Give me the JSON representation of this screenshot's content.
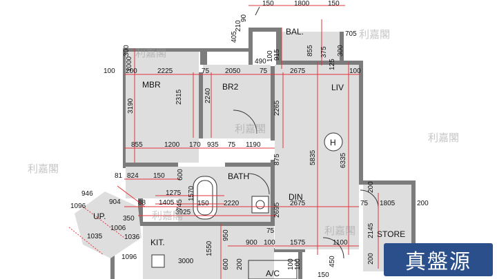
{
  "rooms": {
    "mbr": "MBR",
    "br2": "BR2",
    "liv": "LIV",
    "din": "DIN",
    "bath": "BATH",
    "bal": "BAL.",
    "store": "STORE",
    "kit": "KIT.",
    "up": "UP.",
    "ac": "A/C",
    "h": "H"
  },
  "dims": {
    "d1800": "1800",
    "d150a": "150",
    "d150b": "150",
    "d90": "90",
    "d210": "210",
    "d405": "405",
    "d915": "915",
    "d855": "855",
    "d375": "375",
    "d705": "705",
    "d125": "125",
    "d490": "490",
    "d300a": "300",
    "d300b": "300",
    "d1000": "1000",
    "d100a": "100",
    "d100b": "100",
    "d100c": "100",
    "d200a": "200",
    "d200b": "200",
    "d2225": "2225",
    "d75a": "75",
    "d2050": "2050",
    "d75b": "75",
    "d2675a": "2675",
    "d3190": "3190",
    "d2315": "2315",
    "d2240": "2240",
    "d2265": "2265",
    "d5835": "5835",
    "d6335": "6335",
    "d855b": "855",
    "d1200": "1200",
    "d170": "170",
    "d935": "935",
    "d75c": "75",
    "d1190": "1190",
    "d875": "875",
    "d81": "81",
    "d824": "824",
    "d150c": "150",
    "d600": "600",
    "d1570": "1570",
    "d1275": "1275",
    "d88": "88",
    "d1405": "1405",
    "d745": "745",
    "d150d": "150",
    "d2220": "2220",
    "d2695": "2695",
    "d2675b": "2675",
    "d75d": "75",
    "d1805": "1805",
    "d200c": "200",
    "d946": "946",
    "d904": "904",
    "d350": "350",
    "d1006": "1006",
    "d1035": "1035",
    "d1036": "1036",
    "d1096a": "1096",
    "d1096b": "1096",
    "d3925": "3925",
    "d950": "950",
    "d75e": "75",
    "d2145": "2145",
    "d900": "900",
    "d100d": "100",
    "d1575": "1575",
    "d1100": "1100",
    "d1550": "1550",
    "d3000": "3000",
    "d600b": "600",
    "d200d": "200",
    "d100e": "100",
    "d100f": "100",
    "d150e": "150",
    "d200e": "200",
    "d450": "450",
    "d200f": "200"
  },
  "watermarks": {
    "wm1": "利嘉閣",
    "wm2": "利嘉閣",
    "wm3": "利嘉閣",
    "wm4": "利嘉閣",
    "wm5": "利嘉閣",
    "wm6": "利嘉閣",
    "wm7": "利嘉閣"
  },
  "badge": "真盤源"
}
